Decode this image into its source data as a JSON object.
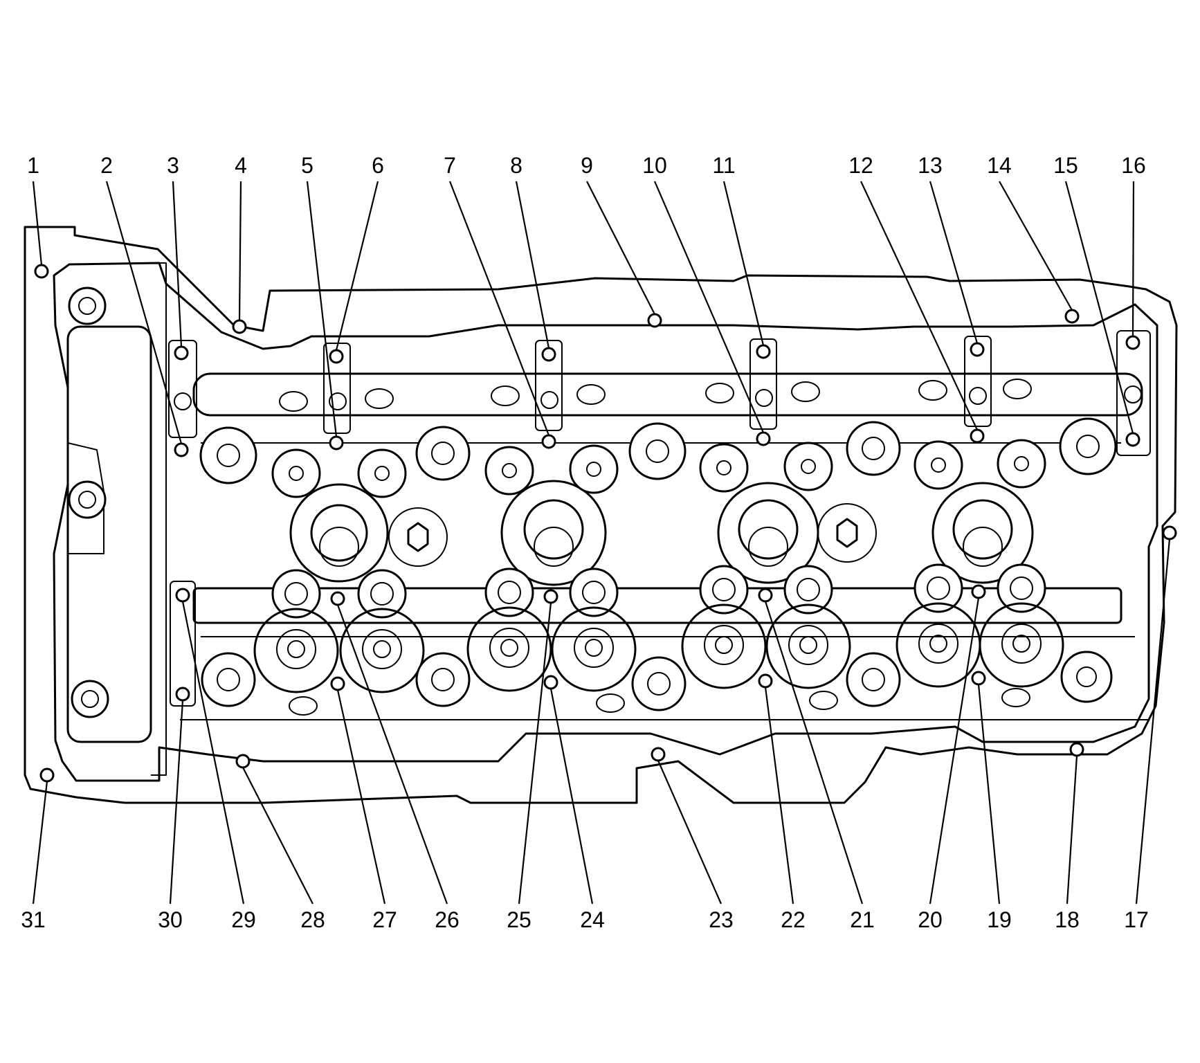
{
  "callouts": [
    {
      "id": "1",
      "bolt": [
        60,
        392
      ]
    },
    {
      "id": "2",
      "bolt": [
        262,
        650
      ]
    },
    {
      "id": "3",
      "bolt": [
        262,
        510
      ]
    },
    {
      "id": "4",
      "bolt": [
        346,
        472
      ]
    },
    {
      "id": "5",
      "bolt": [
        486,
        640
      ]
    },
    {
      "id": "6",
      "bolt": [
        486,
        515
      ]
    },
    {
      "id": "7",
      "bolt": [
        793,
        638
      ]
    },
    {
      "id": "8",
      "bolt": [
        793,
        512
      ]
    },
    {
      "id": "9",
      "bolt": [
        946,
        463
      ]
    },
    {
      "id": "10",
      "bolt": [
        1103,
        634
      ]
    },
    {
      "id": "11",
      "bolt": [
        1103,
        508
      ]
    },
    {
      "id": "12",
      "bolt": [
        1412,
        630
      ]
    },
    {
      "id": "13",
      "bolt": [
        1412,
        505
      ]
    },
    {
      "id": "14",
      "bolt": [
        1549,
        457
      ]
    },
    {
      "id": "15",
      "bolt": [
        1637,
        635
      ]
    },
    {
      "id": "16",
      "bolt": [
        1637,
        495
      ]
    },
    {
      "id": "17",
      "bolt": [
        1690,
        770
      ]
    },
    {
      "id": "18",
      "bolt": [
        1556,
        1083
      ]
    },
    {
      "id": "19",
      "bolt": [
        1414,
        980
      ]
    },
    {
      "id": "20",
      "bolt": [
        1414,
        855
      ]
    },
    {
      "id": "21",
      "bolt": [
        1106,
        860
      ]
    },
    {
      "id": "22",
      "bolt": [
        1106,
        984
      ]
    },
    {
      "id": "23",
      "bolt": [
        951,
        1090
      ]
    },
    {
      "id": "24",
      "bolt": [
        796,
        986
      ]
    },
    {
      "id": "25",
      "bolt": [
        796,
        862
      ]
    },
    {
      "id": "26",
      "bolt": [
        488,
        865
      ]
    },
    {
      "id": "27",
      "bolt": [
        488,
        988
      ]
    },
    {
      "id": "28",
      "bolt": [
        351,
        1100
      ]
    },
    {
      "id": "29",
      "bolt": [
        264,
        860
      ]
    },
    {
      "id": "30",
      "bolt": [
        264,
        1003
      ]
    },
    {
      "id": "31",
      "bolt": [
        68,
        1120
      ]
    }
  ]
}
